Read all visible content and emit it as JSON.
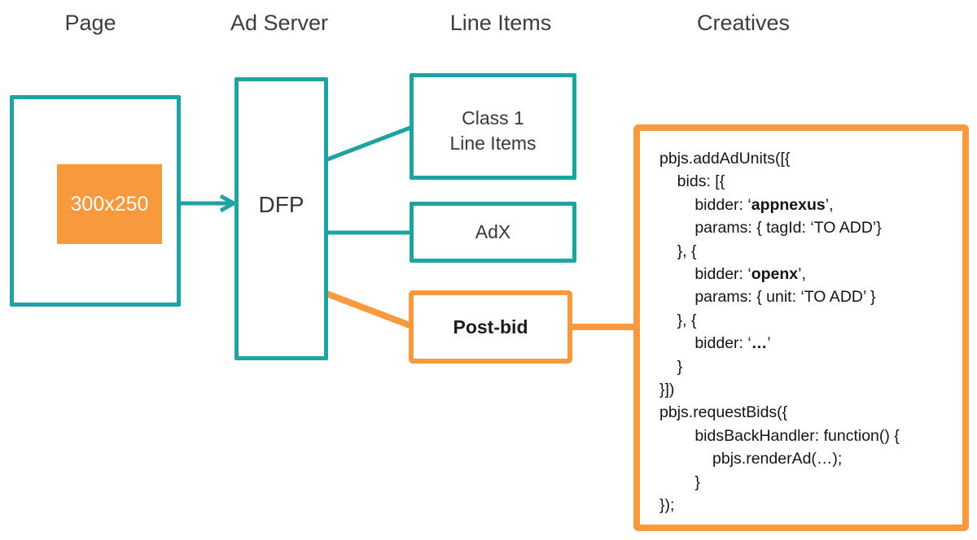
{
  "colors": {
    "teal": "#1EA3A2",
    "orange": "#F8993D",
    "header_text": "#3D3D3D",
    "box_text": "#383838",
    "code_text": "#141414",
    "ad_slot_text": "#FFFFFF",
    "background": "#FFFFFF"
  },
  "headers": [
    {
      "label": "Page"
    },
    {
      "label": "Ad Server"
    },
    {
      "label": "Line Items"
    },
    {
      "label": "Creatives"
    }
  ],
  "page": {
    "ad_slot_label": "300x250"
  },
  "ad_server": {
    "label": "DFP"
  },
  "line_items": {
    "class1_line1": "Class 1",
    "class1_line2": "Line Items",
    "adx_label": "AdX",
    "postbid_label": "Post-bid"
  },
  "creatives": {
    "code_lines": [
      [
        {
          "s": "pbjs.addAdUnits([{"
        }
      ],
      [
        {
          "s": "    bids: [{"
        }
      ],
      [
        {
          "s": "        bidder: ‘"
        },
        {
          "s": "appnexus",
          "b": true
        },
        {
          "s": "’,"
        }
      ],
      [
        {
          "s": "        params: { tagId: ‘TO ADD’}"
        }
      ],
      [
        {
          "s": "    }, {"
        }
      ],
      [
        {
          "s": "        bidder: ‘"
        },
        {
          "s": "openx",
          "b": true
        },
        {
          "s": "’,"
        }
      ],
      [
        {
          "s": "        params: { unit: ‘TO ADD’ }"
        }
      ],
      [
        {
          "s": "    }, {"
        }
      ],
      [
        {
          "s": "        bidder: ‘"
        },
        {
          "s": "…",
          "b": true
        },
        {
          "s": "’"
        }
      ],
      [
        {
          "s": "    }"
        }
      ],
      [
        {
          "s": "}])"
        }
      ],
      [
        {
          "s": "pbjs.requestBids({"
        }
      ],
      [
        {
          "s": "        bidsBackHandler: function() {"
        }
      ],
      [
        {
          "s": "            pbjs.renderAd(…);"
        }
      ],
      [
        {
          "s": "        }"
        }
      ],
      [
        {
          "s": "});"
        }
      ]
    ]
  }
}
